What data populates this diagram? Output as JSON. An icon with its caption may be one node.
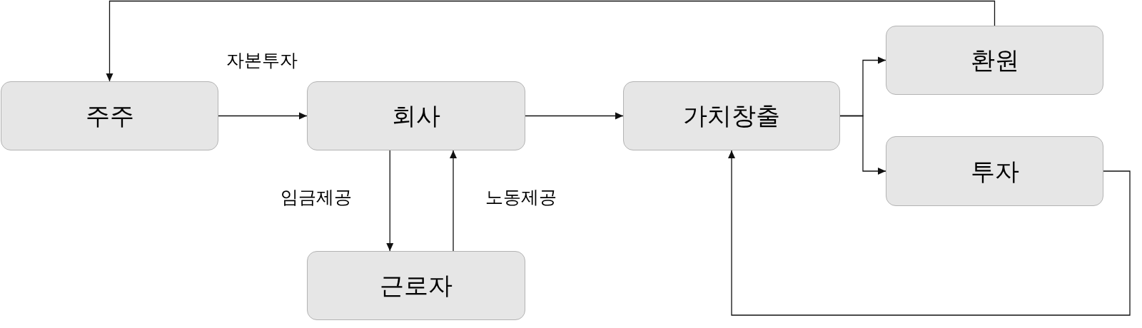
{
  "diagram": {
    "nodes": [
      {
        "text": [
          "주주"
        ]
      },
      {
        "text": [
          "회사"
        ]
      },
      {
        "text": [
          "가치창출"
        ]
      },
      {
        "text": [
          "환원"
        ]
      },
      {
        "text": [
          "투자"
        ]
      },
      {
        "text": [
          "근로자"
        ]
      }
    ],
    "edges": [
      {
        "from": 0,
        "to": 1,
        "arrow": "to",
        "label": "자본투자"
      },
      {
        "from": 1,
        "to": 2,
        "arrow": "to"
      },
      {
        "from": 2,
        "to": 3,
        "arrow": "to"
      },
      {
        "from": 2,
        "to": 4,
        "arrow": "to"
      },
      {
        "from": 1,
        "to": 5,
        "arrow": "to",
        "label": "임금제공"
      },
      {
        "from": 5,
        "to": 1,
        "arrow": "to",
        "label": "노동제공"
      },
      {
        "from": 4,
        "to": 2,
        "arrow": "to"
      },
      {
        "from": 3,
        "to": 0,
        "arrow": "to"
      }
    ]
  }
}
